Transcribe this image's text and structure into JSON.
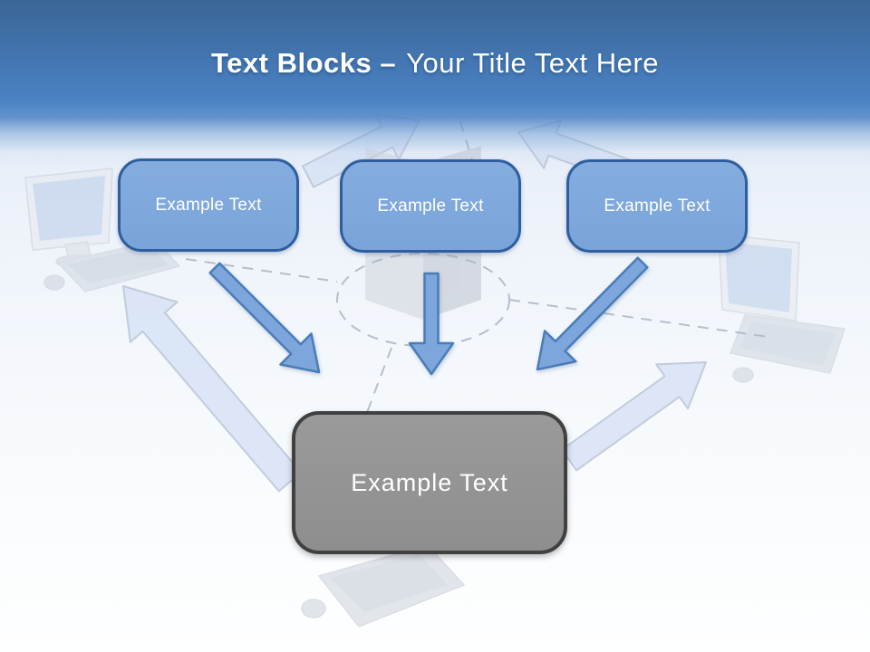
{
  "slide": {
    "title": {
      "emphasis": "Text Blocks –",
      "normal": "Your Title Text Here"
    },
    "text_blocks": {
      "top": [
        {
          "label": "Example Text"
        },
        {
          "label": "Example Text"
        },
        {
          "label": "Example Text"
        }
      ],
      "bottom": {
        "label": "Example Text"
      }
    },
    "palette": {
      "header_top": "#3b6697",
      "header_bottom": "#4b82c4",
      "block_fill": "#7da7dc",
      "block_border": "#2e5e9e",
      "bottom_block_fill": "#939393",
      "bottom_block_border": "#404040",
      "arrow_fill": "#7da7dc",
      "arrow_stroke": "#4a7cb8",
      "faded_arrow_fill": "#d3e1f5",
      "text": "#ffffff"
    },
    "background_scene": {
      "elements": [
        "workstation-left",
        "workstation-right",
        "workstation-bottom",
        "server-tower",
        "dashed-network-ring",
        "dashed-network-links",
        "faded-network-arrows"
      ]
    }
  }
}
